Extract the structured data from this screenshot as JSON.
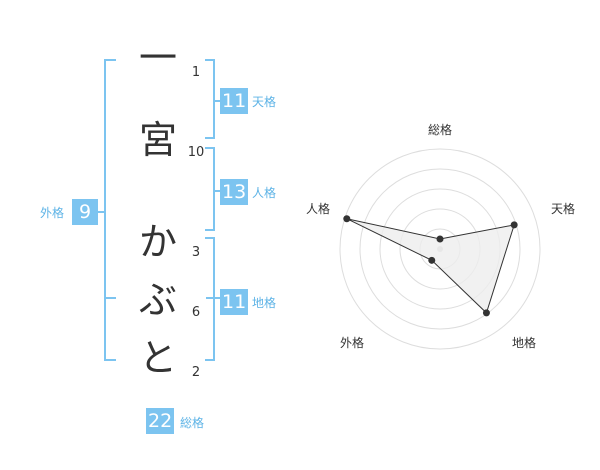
{
  "name": {
    "chars": [
      "一",
      "宮",
      "か",
      "ぶ",
      "と"
    ],
    "strokes": [
      "1",
      "10",
      "3",
      "6",
      "2"
    ]
  },
  "fortunes": {
    "tenkaku": {
      "value": "11",
      "label": "天格"
    },
    "jinkaku": {
      "value": "13",
      "label": "人格"
    },
    "chikaku": {
      "value": "11",
      "label": "地格"
    },
    "gaikaku": {
      "value": "9",
      "label": "外格"
    },
    "soukaku": {
      "value": "22",
      "label": "総格"
    }
  },
  "radar": {
    "axes": [
      "総格",
      "天格",
      "地格",
      "外格",
      "人格"
    ],
    "values": [
      0.1,
      0.78,
      0.79,
      0.14,
      0.98
    ],
    "colors": {
      "fill": "#eeeeee",
      "line": "#333333",
      "grid": "#dddddd",
      "point": "#333333"
    }
  },
  "colors": {
    "accent": "#7cc4f0",
    "bracket": "#7cc4f0"
  }
}
